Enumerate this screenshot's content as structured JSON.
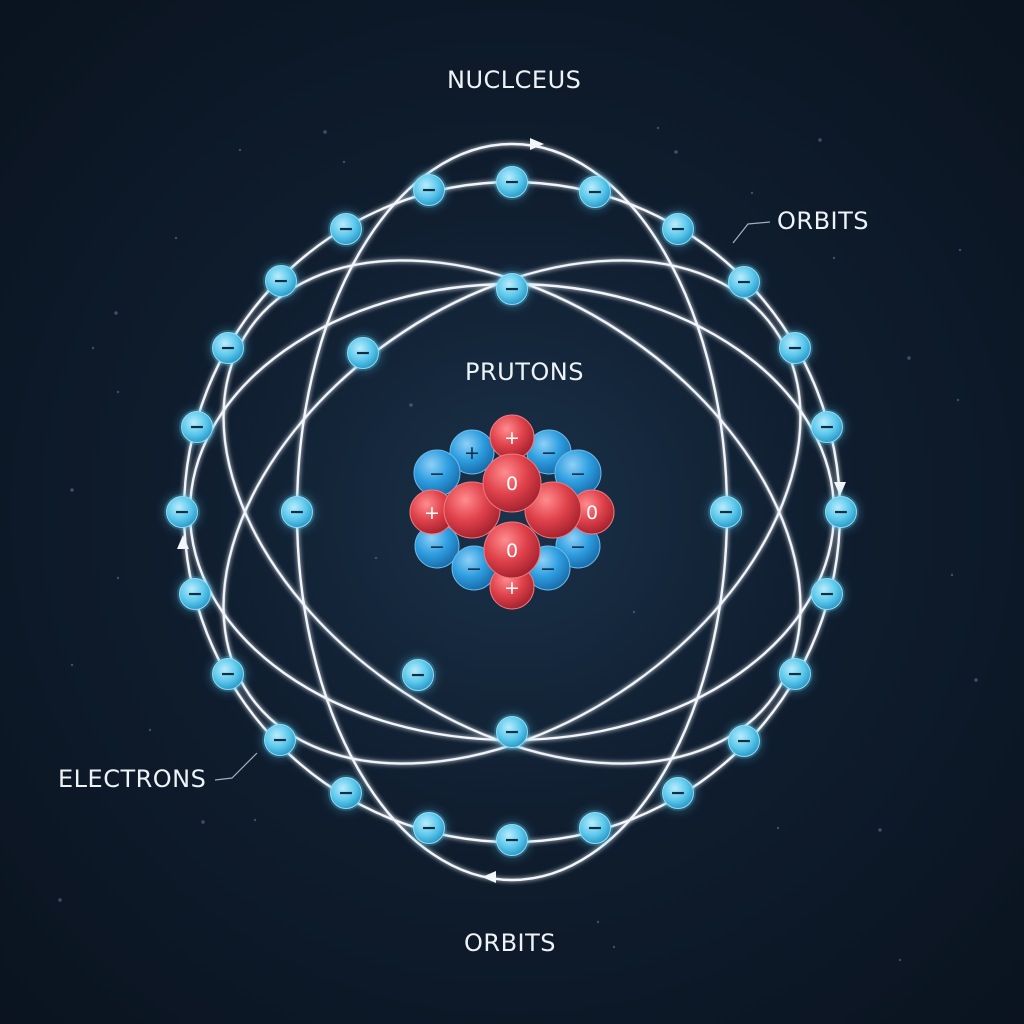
{
  "labels": {
    "nucleus": "NUCLCEUS",
    "orbits_right": "ORBITS",
    "protons": "PRUTONS",
    "electrons": "ELECTRONS",
    "orbits_bottom": "ORBITS"
  },
  "symbols": {
    "electron": "−",
    "proton": "+",
    "neutral": "0"
  },
  "colors": {
    "background": "#0d1726",
    "orbit": "#f2f6fb",
    "electron": "#5cc8ec",
    "proton": "#e0424b",
    "neutron": "#2e9ee0"
  }
}
